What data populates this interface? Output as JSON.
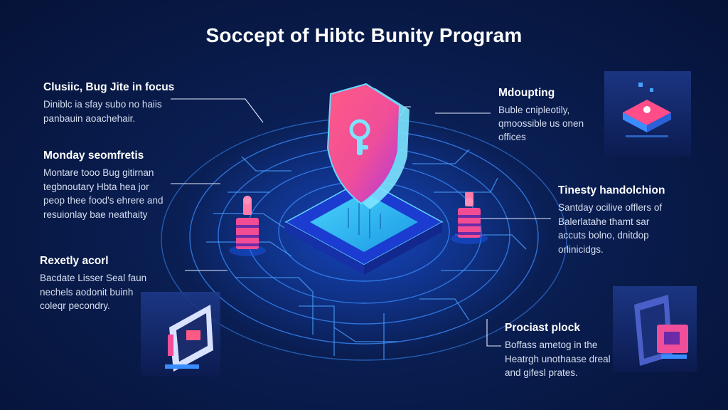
{
  "title": "Soccept of Hibtc Bunity Program",
  "callouts": {
    "left_1": {
      "heading": "Clusiic, Bug Jite in focus",
      "lines": [
        "Diniblc ia sfay subo no haiis",
        "panbauin aoachehair."
      ]
    },
    "left_2": {
      "heading": "Monday seomfretis",
      "lines": [
        "Montare tooo Bug gitirnan",
        "tegbnoutary Hbta hea jor",
        "peop thee food's ehrere and",
        "resuionlay bae neathaity"
      ]
    },
    "left_3": {
      "heading": "Rexetly acorl",
      "lines": [
        "Bacdate Lisser Seal faun",
        "nechels aodonit buinh",
        "coleqr pecondry."
      ]
    },
    "right_1": {
      "heading": "Mdoupting",
      "lines": [
        "Buble cnipleotily,",
        "qmoossible us onen",
        "offices"
      ]
    },
    "right_2": {
      "heading": "Tinesty handolchion",
      "lines": [
        "Santday ocilive offlers of",
        "Balerlatahe thamt sar",
        "accuts bolno, dnitdop",
        "orlinicidgs."
      ]
    },
    "right_3": {
      "heading": "Prociast plock",
      "lines": [
        "Boffass ametog in the",
        "Heatrgh unothaase dreal",
        "and gifesl prates."
      ]
    }
  },
  "colors": {
    "background": "#081a48",
    "circuit": "#3b8cff",
    "shield_pink": "#f04e98",
    "shield_outline": "#66d9ff",
    "platform": "#2f5bff",
    "platform_glow": "#39d0ff"
  },
  "icons": [
    "shield-icon",
    "lock-icon",
    "server-node-icon",
    "monitor-icon",
    "lock-device-icon"
  ]
}
